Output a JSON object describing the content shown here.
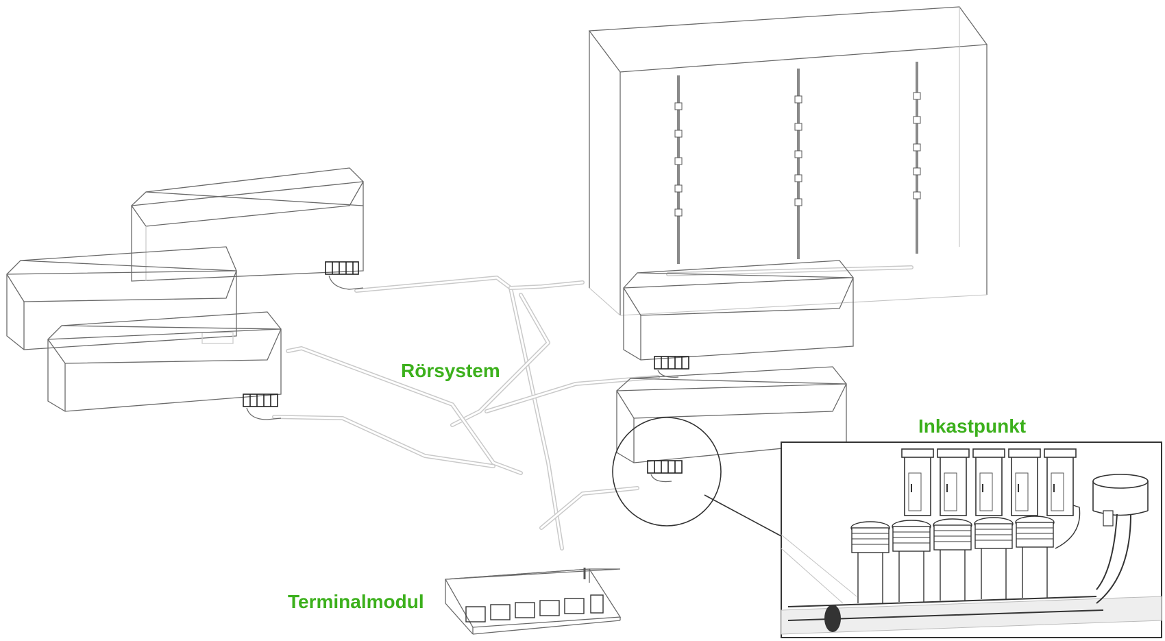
{
  "labels": {
    "pipe_system": "Rörsystem",
    "inlet_point": "Inkastpunkt",
    "terminal_module": "Terminalmodul"
  },
  "colors": {
    "label_green": "#3cb01c",
    "outline": "#6a6a6a",
    "pipe": "#c9c9c9",
    "detail_dark": "#222222"
  }
}
